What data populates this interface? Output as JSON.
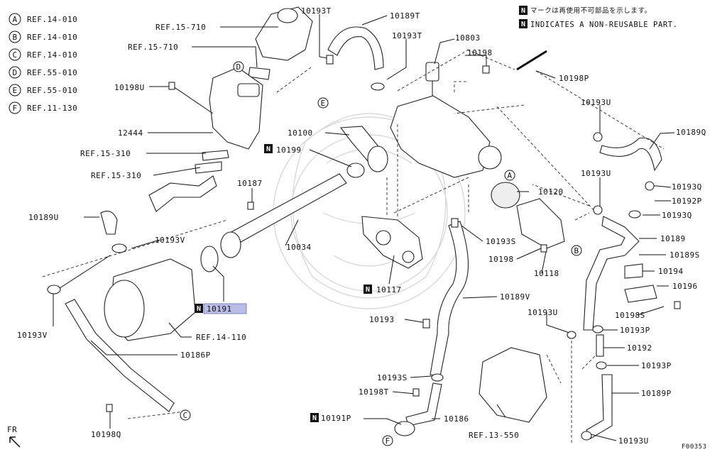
{
  "refs": [
    {
      "letter": "A",
      "text": "REF.14-010"
    },
    {
      "letter": "B",
      "text": "REF.14-010"
    },
    {
      "letter": "C",
      "text": "REF.14-010"
    },
    {
      "letter": "D",
      "text": "REF.55-010"
    },
    {
      "letter": "E",
      "text": "REF.55-010"
    },
    {
      "letter": "F",
      "text": "REF.11-130"
    }
  ],
  "notes": {
    "badge": "N",
    "jp": "マークは再使用不可部品を示します。",
    "en": "INDICATES A NON-REUSABLE PART."
  },
  "callouts": [
    {
      "id": "c-10193t-a",
      "text": "10193T"
    },
    {
      "id": "c-10189t",
      "text": "10189T"
    },
    {
      "id": "c-10193t-b",
      "text": "10193T"
    },
    {
      "id": "c-10803",
      "text": "10803"
    },
    {
      "id": "c-10198-a",
      "text": "10198"
    },
    {
      "id": "c-10198p",
      "text": "10198P"
    },
    {
      "id": "c-ref15710-a",
      "text": "REF.15-710"
    },
    {
      "id": "c-ref15710-b",
      "text": "REF.15-710"
    },
    {
      "id": "c-10198u",
      "text": "10198U"
    },
    {
      "id": "c-12444",
      "text": "12444"
    },
    {
      "id": "c-ref15310-a",
      "text": "REF.15-310"
    },
    {
      "id": "c-ref15310-b",
      "text": "REF.15-310"
    },
    {
      "id": "c-10100",
      "text": "10100"
    },
    {
      "id": "c-10199",
      "text": "10199"
    },
    {
      "id": "c-10193u-a",
      "text": "10193U"
    },
    {
      "id": "c-10189q",
      "text": "10189Q"
    },
    {
      "id": "c-10193u-b",
      "text": "10193U"
    },
    {
      "id": "c-10193q-a",
      "text": "10193Q"
    },
    {
      "id": "c-10192p",
      "text": "10192P"
    },
    {
      "id": "c-10193q-b",
      "text": "10193Q"
    },
    {
      "id": "c-10120",
      "text": "10120"
    },
    {
      "id": "c-10187",
      "text": "10187"
    },
    {
      "id": "c-10189u",
      "text": "10189U"
    },
    {
      "id": "c-10034",
      "text": "10034"
    },
    {
      "id": "c-10193s-a",
      "text": "10193S"
    },
    {
      "id": "c-10189",
      "text": "10189"
    },
    {
      "id": "c-10189s",
      "text": "10189S"
    },
    {
      "id": "c-10194",
      "text": "10194"
    },
    {
      "id": "c-10193v-a",
      "text": "10193V"
    },
    {
      "id": "c-10198-b",
      "text": "10198"
    },
    {
      "id": "c-10118",
      "text": "10118"
    },
    {
      "id": "c-10196",
      "text": "10196"
    },
    {
      "id": "c-10117",
      "text": "10117"
    },
    {
      "id": "c-10189v",
      "text": "10189V"
    },
    {
      "id": "c-10191",
      "text": "10191"
    },
    {
      "id": "c-10198s",
      "text": "10198S"
    },
    {
      "id": "c-10193u-c",
      "text": "10193U"
    },
    {
      "id": "c-10193",
      "text": "10193"
    },
    {
      "id": "c-10193p-a",
      "text": "10193P"
    },
    {
      "id": "c-10193v-b",
      "text": "10193V"
    },
    {
      "id": "c-ref14110",
      "text": "REF.14-110"
    },
    {
      "id": "c-10192",
      "text": "10192"
    },
    {
      "id": "c-10186p",
      "text": "10186P"
    },
    {
      "id": "c-10193p-b",
      "text": "10193P"
    },
    {
      "id": "c-10193s-b",
      "text": "10193S"
    },
    {
      "id": "c-10198t",
      "text": "10198T"
    },
    {
      "id": "c-10189p",
      "text": "10189P"
    },
    {
      "id": "c-10191p",
      "text": "10191P"
    },
    {
      "id": "c-10186",
      "text": "10186"
    },
    {
      "id": "c-ref13550",
      "text": "REF.13-550"
    },
    {
      "id": "c-10198q",
      "text": "10198Q"
    },
    {
      "id": "c-10193u-d",
      "text": "10193U"
    }
  ],
  "connectors": {
    "a": "A",
    "b": "B",
    "c": "C",
    "d": "D",
    "e": "E",
    "f": "F"
  },
  "fr": "FR",
  "code": "F00353",
  "colors": {
    "highlight": "#b9bde6",
    "line": "#111111",
    "watermark": "#d4d4d4"
  }
}
